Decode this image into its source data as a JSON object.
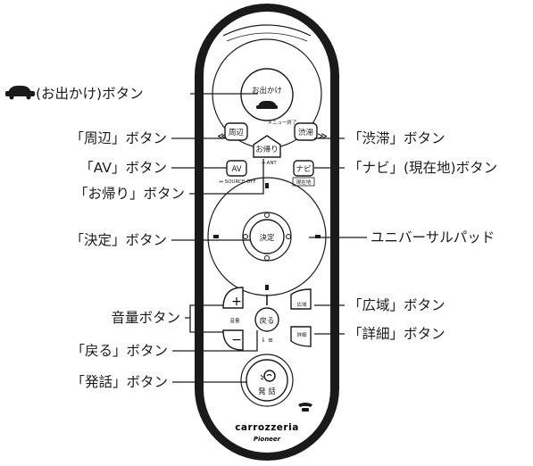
{
  "labels": {
    "outing": "(お出かけ)ボタン",
    "nearby": "「周辺」ボタン",
    "av": "「AV」ボタン",
    "home": "「お帰り」ボタン",
    "enter": "「決定」ボタン",
    "volume": "音量ボタン",
    "back": "「戻る」ボタン",
    "speak": "「発話」ボタン",
    "traffic": "「渋滞」ボタン",
    "navi": "「ナビ」(現在地)ボタン",
    "pad": "ユニバーサルパッド",
    "wide": "「広域」ボタン",
    "detail": "「詳細」ボタン"
  },
  "remote": {
    "outing_key": "お出かけ",
    "menu_end": "メニュー終了",
    "nearby_key": "周辺",
    "traffic_key": "渋滞",
    "home_key": "お帰り",
    "ant": "→ ANT",
    "av_key": "AV",
    "source_off": "↔ SOURCE OFF",
    "navi_key": "ナビ",
    "current_pos": "現在地",
    "enter_key": "決定",
    "plus": "+",
    "minus": "−",
    "volume_key": "音量",
    "back_key": "戻る",
    "wide_key": "広域",
    "detail_key": "詳細",
    "speak_key": "発 話",
    "brand": "carrozzeria",
    "maker": "Pioneer"
  },
  "colors": {
    "ink": "#1a1a1a",
    "face": "#ffffff"
  },
  "icons": [
    "car-icon",
    "chevron-up-icon",
    "chevron-down-icon",
    "speech-icon",
    "phone-icon"
  ]
}
